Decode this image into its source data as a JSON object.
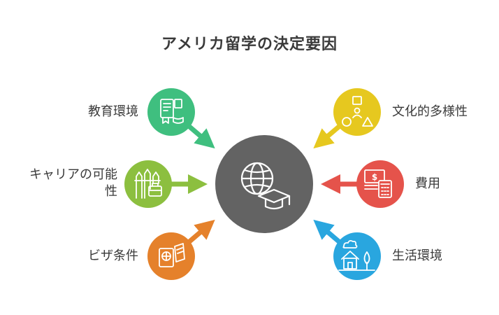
{
  "title": "アメリカ留学の決定要因",
  "center": {
    "icon": "globe-graduation-cap-icon",
    "color": "#636363"
  },
  "factors": [
    {
      "label": "教育環境",
      "icon": "book-certificate-icon",
      "color": "#3fbf7f",
      "side": "left"
    },
    {
      "label": "キャリアの可能性",
      "icon": "fence-briefcase-icon",
      "color": "#8cbf3f",
      "side": "left"
    },
    {
      "label": "ビザ条件",
      "icon": "passport-ticket-icon",
      "color": "#e5812b",
      "side": "left"
    },
    {
      "label": "文化的多様性",
      "icon": "shapes-person-icon",
      "color": "#e6c81f",
      "side": "right"
    },
    {
      "label": "費用",
      "icon": "money-calculator-icon",
      "color": "#e5534b",
      "side": "right"
    },
    {
      "label": "生活環境",
      "icon": "house-tree-icon",
      "color": "#29a6df",
      "side": "right"
    }
  ]
}
